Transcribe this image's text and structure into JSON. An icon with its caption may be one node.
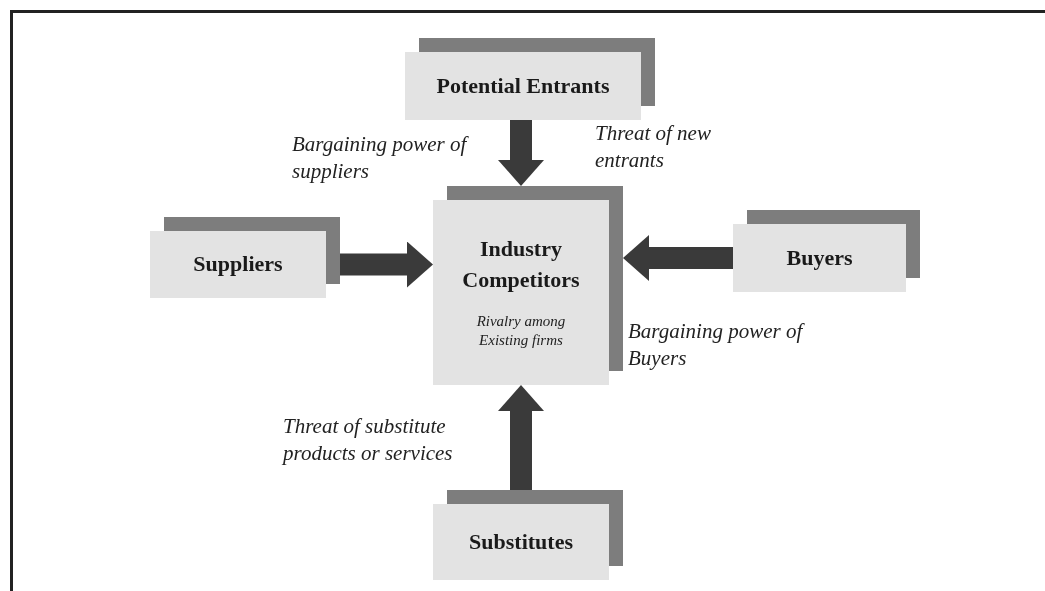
{
  "diagram": {
    "nodes": [
      {
        "text": [
          "Potential Entrants"
        ]
      },
      {
        "text": [
          "Industry Competitors",
          "Rivalry among Existing firms"
        ]
      },
      {
        "text": [
          "Suppliers"
        ]
      },
      {
        "text": [
          "Buyers"
        ]
      },
      {
        "text": [
          "Substitutes"
        ]
      }
    ],
    "edges": [
      {
        "from": 0,
        "to": 1,
        "arrow": "to"
      },
      {
        "from": 2,
        "to": 1,
        "arrow": "to"
      },
      {
        "from": 3,
        "to": 1,
        "arrow": "to"
      },
      {
        "from": 4,
        "to": 1,
        "arrow": "to"
      }
    ],
    "labels": [
      "Bargaining power of suppliers",
      "Threat of new entrants",
      "Bargaining power of Buyers",
      "Threat of substitute products or services"
    ]
  }
}
